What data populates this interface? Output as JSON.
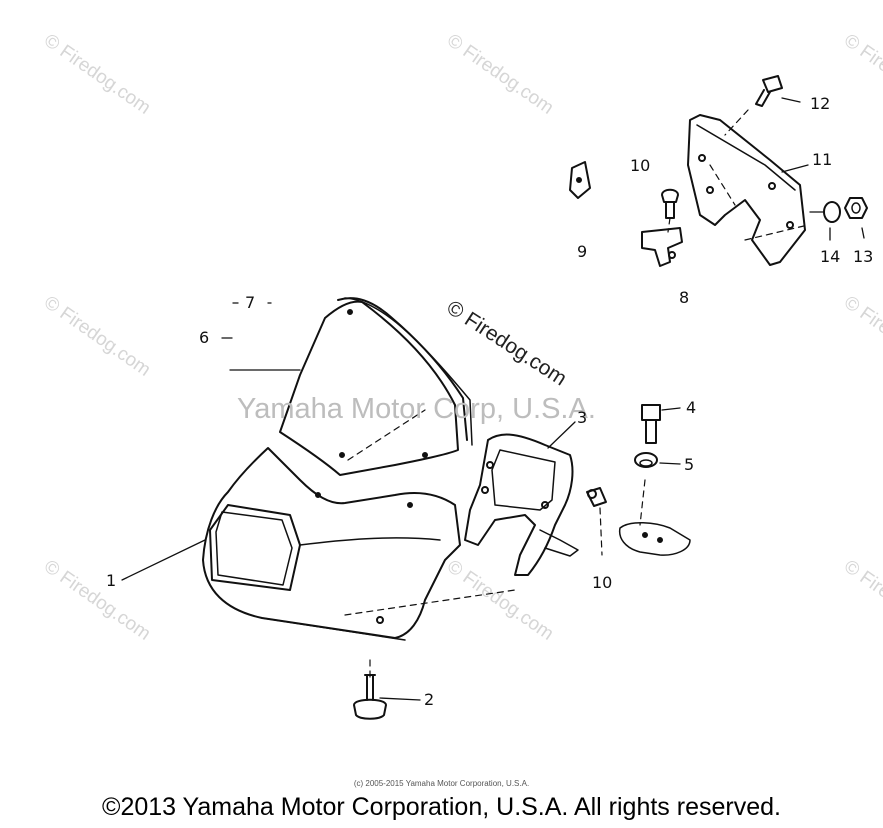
{
  "callouts": [
    {
      "id": "1",
      "label": "1"
    },
    {
      "id": "2",
      "label": "2"
    },
    {
      "id": "3",
      "label": "3"
    },
    {
      "id": "4",
      "label": "4"
    },
    {
      "id": "5",
      "label": "5"
    },
    {
      "id": "6",
      "label": "6"
    },
    {
      "id": "7",
      "label": "7"
    },
    {
      "id": "8",
      "label": "8"
    },
    {
      "id": "9",
      "label": "9"
    },
    {
      "id": "10a",
      "label": "10"
    },
    {
      "id": "10b",
      "label": "10"
    },
    {
      "id": "11",
      "label": "11"
    },
    {
      "id": "12",
      "label": "12"
    },
    {
      "id": "13",
      "label": "13"
    },
    {
      "id": "14",
      "label": "14"
    }
  ],
  "watermark": {
    "site": "© Firedog.com",
    "site_center": "© Firedog.com",
    "corp": "Yamaha Motor Corp, U.S.A."
  },
  "footer": {
    "small_copyright": "(c) 2005-2015 Yamaha Motor Corporation, U.S.A.",
    "main_copyright": "©2013 Yamaha Motor Corporation, U.S.A. All rights reserved."
  }
}
